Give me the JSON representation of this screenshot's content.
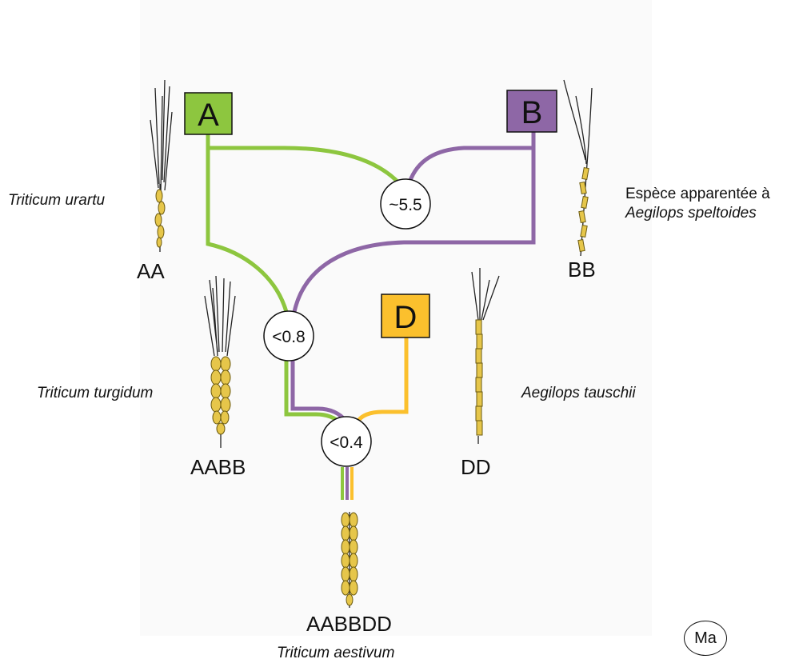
{
  "genomes": {
    "A": {
      "letter": "A",
      "color": "#8DC63F"
    },
    "B": {
      "letter": "B",
      "color": "#8E67A6"
    },
    "D": {
      "letter": "D",
      "color": "#FBC02D"
    }
  },
  "divergences": {
    "ab": "~5.5",
    "aabb": "<0.8",
    "aabbdd": "<0.4"
  },
  "species": {
    "urartu": {
      "name": "Triticum urartu",
      "genome": "AA"
    },
    "speltoides": {
      "line1": "Espèce apparentée à",
      "line2": "Aegilops speltoides",
      "genome": "BB"
    },
    "turgidum": {
      "name": "Triticum turgidum",
      "genome": "AABB"
    },
    "tauschii": {
      "name": "Aegilops tauschii",
      "genome": "DD"
    },
    "aestivum": {
      "name": "Triticum aestivum",
      "genome": "AABBDD"
    }
  },
  "unit_badge": "Ma",
  "colors": {
    "green": "#8DC63F",
    "purple": "#8E67A6",
    "yellow": "#FBC02D",
    "dark": "#333333"
  }
}
